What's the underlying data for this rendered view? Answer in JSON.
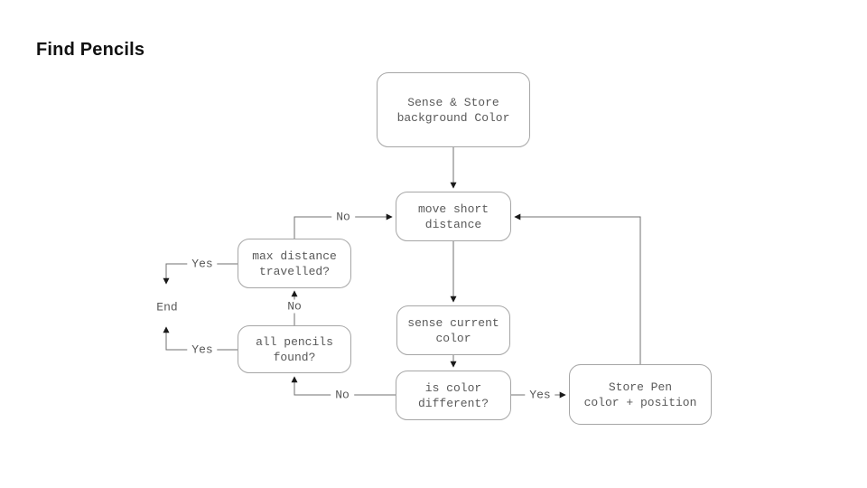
{
  "slide": {
    "title": "Find Pencils"
  },
  "flowchart": {
    "nodes": {
      "sense_store": "Sense & Store\nbackground Color",
      "move_short": "move short\ndistance",
      "sense_current": "sense current\ncolor",
      "is_color_different": "is color\ndifferent?",
      "store_pen": "Store Pen\ncolor + position",
      "max_distance": "max distance\ntravelled?",
      "all_pencils": "all pencils\nfound?"
    },
    "labels": {
      "end": "End",
      "yes_max_to_end": "Yes",
      "yes_pencils_to_end": "Yes",
      "no_max_to_move": "No",
      "no_pencils_to_max": "No",
      "no_color_to_pencils": "No",
      "yes_color_to_store": "Yes"
    },
    "colors": {
      "background": "#ffffff",
      "box_border": "#a6a6a6",
      "box_text": "#595959",
      "connector_line": "#707070",
      "arrowhead": "#1a1a1a",
      "title_text": "#111111"
    }
  }
}
